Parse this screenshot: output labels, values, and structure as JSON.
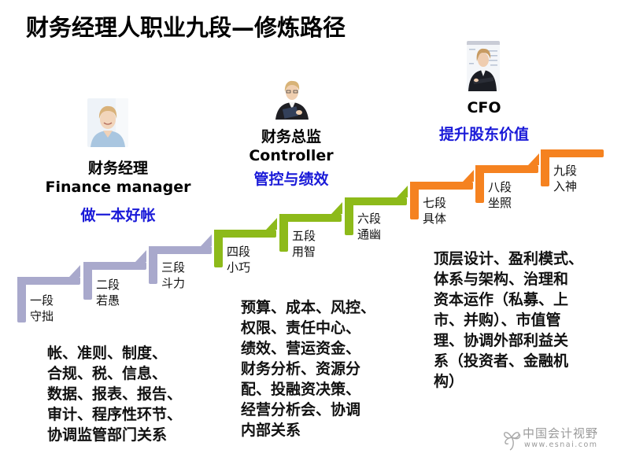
{
  "title": "财务经理人职业九段—修炼路径",
  "colors": {
    "stage1": "#a9a9cc",
    "stage2": "#8dba1a",
    "stage3": "#f58220",
    "motto": "#1a1ad8"
  },
  "steps": [
    {
      "level": "一段",
      "name": "守拙",
      "stage": 1
    },
    {
      "level": "二段",
      "name": "若愚",
      "stage": 1
    },
    {
      "level": "三段",
      "name": "斗力",
      "stage": 1
    },
    {
      "level": "四段",
      "name": "小巧",
      "stage": 2
    },
    {
      "level": "五段",
      "name": "用智",
      "stage": 2
    },
    {
      "level": "六段",
      "name": "通幽",
      "stage": 2
    },
    {
      "level": "七段",
      "name": "具体",
      "stage": 3
    },
    {
      "level": "八段",
      "name": "坐照",
      "stage": 3
    },
    {
      "level": "九段",
      "name": "入神",
      "stage": 3
    }
  ],
  "roles": [
    {
      "title_cn": "财务经理",
      "title_en": "Finance manager",
      "motto": "做一本好帐",
      "avatar": "woman-smiling-photo",
      "duties": [
        "帐、准则、制度、",
        "合规、税、信息、",
        "数据、报表、报告、",
        "审计、程序性环节、",
        "协调监管部门关系"
      ]
    },
    {
      "title_cn": "财务总监",
      "title_en": "Controller",
      "motto": "管控与绩效",
      "avatar": "businesswoman-with-folder-photo",
      "duties": [
        "预算、成本、风控、",
        "权限、责任中心、",
        "绩效、营运资金、",
        "财务分析、资源分",
        "配、投融资决策、",
        "经营分析会、协调",
        "内部关系"
      ]
    },
    {
      "title_cn": "",
      "title_en": "CFO",
      "motto": "提升股东价值",
      "avatar": "businesswoman-arms-crossed-photo",
      "duties": [
        "顶层设计、盈利模式、",
        "体系与架构、治理和",
        "资本运作（私募、上",
        "市、并购）、市值管",
        "理、协调外部利益关",
        "系（投资者、金融机",
        "构）"
      ]
    }
  ],
  "watermark": {
    "name": "中国会计视野",
    "url": "www.esnai.com",
    "icon": "flower-logo-icon"
  }
}
